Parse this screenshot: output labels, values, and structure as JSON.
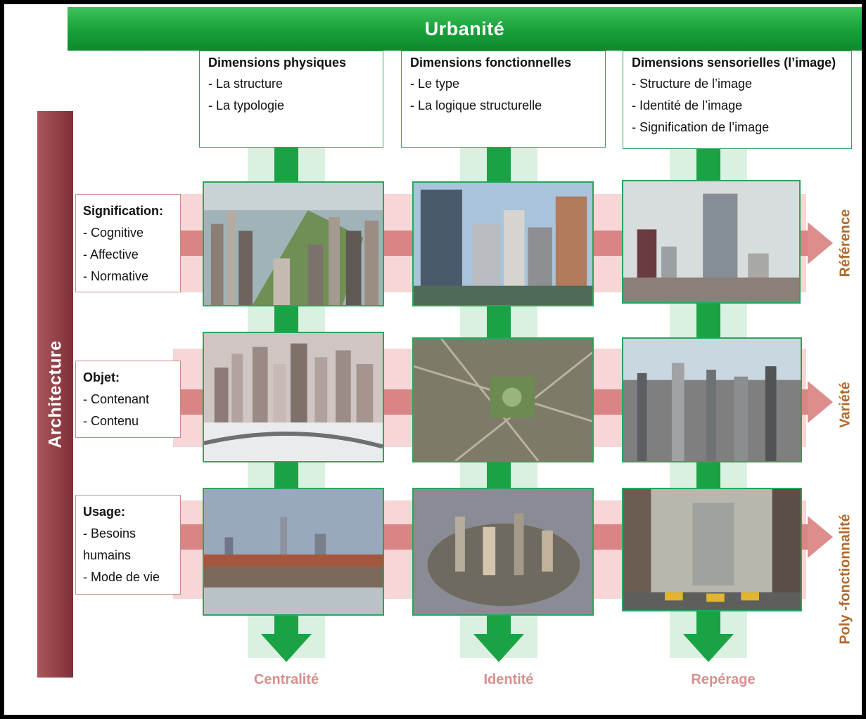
{
  "title": "Urbanité",
  "side_label": "Architecture",
  "dimensions": [
    {
      "title": "Dimensions physiques",
      "items": [
        "- La structure",
        "- La typologie"
      ]
    },
    {
      "title": "Dimensions fonctionnelles",
      "items": [
        "- Le type",
        "- La logique structurelle"
      ]
    },
    {
      "title": "Dimensions sensorielles (l’image)",
      "items": [
        "- Structure de l’image",
        "- Identité de l’image",
        "- Signification de l’image"
      ]
    }
  ],
  "rows": [
    {
      "title": "Signification:",
      "items": [
        "- Cognitive",
        "- Affective",
        "- Normative"
      ],
      "outcome": "Référence"
    },
    {
      "title": "Objet:",
      "items": [
        "- Contenant",
        "- Contenu"
      ],
      "outcome": "Variété"
    },
    {
      "title": "Usage:",
      "items": [
        "- Besoins",
        "humains",
        "- Mode de vie"
      ],
      "outcome": "Poly -fonctionnalité"
    }
  ],
  "column_outcomes": [
    "Centralité",
    "Identité",
    "Repérage"
  ],
  "colors": {
    "banner_green": "#18a03a",
    "arrow_green": "#1aa344",
    "arch_bar": "#8d3a42",
    "pink_arrow": "#de8d8d",
    "outcome_brown": "#b06a2c",
    "outcome_pink": "#d88f8f"
  }
}
